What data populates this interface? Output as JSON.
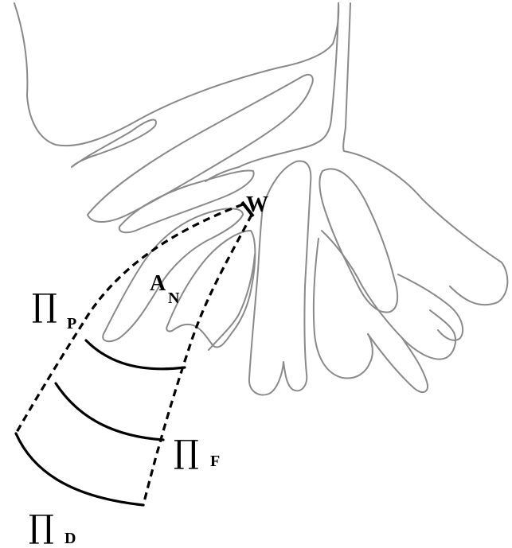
{
  "labels": {
    "w": "W",
    "an_main": "A",
    "an_sub": "N",
    "pi_symbol": "∏",
    "pi_p_sub": "P",
    "pi_f_sub": "F",
    "pi_d_sub": "D"
  },
  "colors": {
    "outline": "#8a8a8a",
    "lines": "#000000",
    "background": "#ffffff"
  }
}
